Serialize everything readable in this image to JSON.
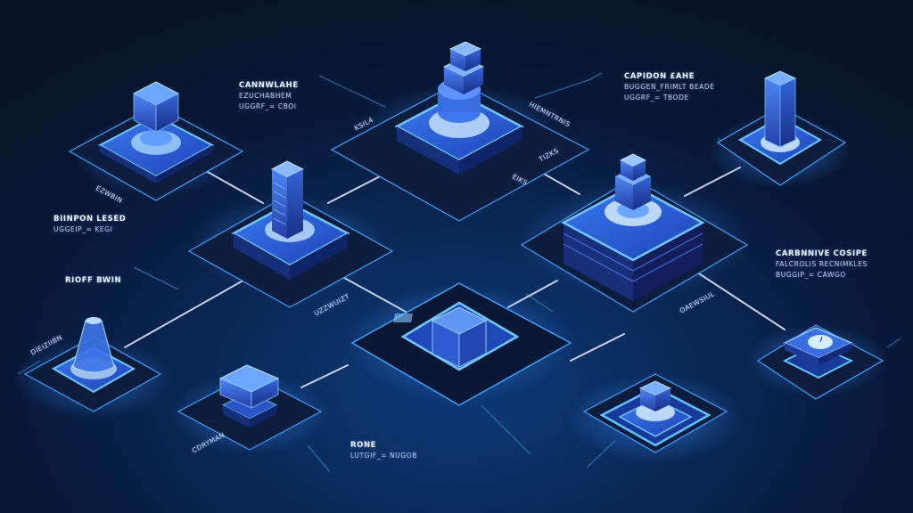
{
  "diagram": {
    "style": "isometric network of glowing platforms",
    "colors": {
      "background_dark": "#071427",
      "background_mid": "#0a2a5a",
      "glow_blue": "#3f8cff",
      "platform_top": "#2a5fd8",
      "edge_cyan": "#5fc3ff",
      "connector": "#e8f0ff",
      "text": "#e6eefc"
    },
    "labels": [
      {
        "id": "top-left",
        "title": "CANNWLAHE",
        "lines": [
          "EZUCHABHEM",
          "UGGRF_= CBOI"
        ]
      },
      {
        "id": "top-right",
        "title": "CAPIDON £AHE",
        "lines": [
          "BUGGEN_FRIMLT BEADE",
          "UGGRF_= TBODE"
        ]
      },
      {
        "id": "mid-left",
        "title": "BIINPON LESED",
        "lines": [
          "UGGEIP_= KEGI"
        ]
      },
      {
        "id": "left",
        "title": "RIOFF BWIN",
        "lines": []
      },
      {
        "id": "right",
        "title": "CARBNNIVE COSIPE",
        "lines": [
          "FALCROLIS RECNIMKLES",
          "BUGGIP_= CAWGO"
        ]
      },
      {
        "id": "bottom",
        "title": "RONE",
        "lines": [
          "LUTGIF_= NUGOB"
        ]
      }
    ],
    "tags": [
      {
        "id": "tag-tl",
        "text": "EZWBIN"
      },
      {
        "id": "tag-top1",
        "text": "KSIL4"
      },
      {
        "id": "tag-top2",
        "text": "HIEMNTRNIS"
      },
      {
        "id": "tag-top3",
        "text": "TIZKS"
      },
      {
        "id": "tag-top4",
        "text": "EIKS"
      },
      {
        "id": "tag-mid",
        "text": "UZZWUIZT"
      },
      {
        "id": "tag-left",
        "text": "DIEIZIIBN"
      },
      {
        "id": "tag-right",
        "text": "OAEWSIUL"
      },
      {
        "id": "tag-bl",
        "text": "CDRYMAN"
      }
    ],
    "nodes": [
      {
        "id": "node-cube-topleft",
        "kind": "cube"
      },
      {
        "id": "node-server-top",
        "kind": "stacked-cubes"
      },
      {
        "id": "node-tower-right",
        "kind": "tall-tower"
      },
      {
        "id": "node-tower-midleft",
        "kind": "tower"
      },
      {
        "id": "node-stack-midright",
        "kind": "stacked-platform"
      },
      {
        "id": "node-flask-left",
        "kind": "flask"
      },
      {
        "id": "node-chip-center",
        "kind": "chip-cube"
      },
      {
        "id": "node-device-bottomleft",
        "kind": "device"
      },
      {
        "id": "node-cube-bottomright",
        "kind": "cube"
      },
      {
        "id": "node-clock-right",
        "kind": "clock-panel"
      }
    ]
  }
}
